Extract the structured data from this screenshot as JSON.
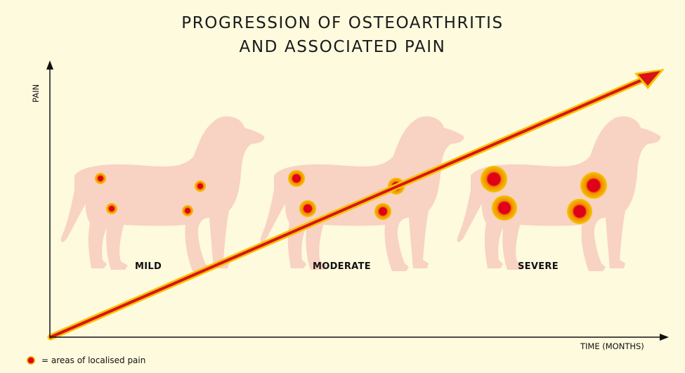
{
  "title": {
    "line1": "PROGRESSION OF OSTEOARTHRITIS",
    "line2": "AND ASSOCIATED PAIN"
  },
  "axes": {
    "y_label": "PAIN",
    "x_label": "TIME (MONTHS)"
  },
  "stages": [
    {
      "label": "MILD"
    },
    {
      "label": "MODERATE"
    },
    {
      "label": "SEVERE"
    }
  ],
  "legend": {
    "text": "= areas of localised pain"
  },
  "colors": {
    "background": "#fdfade",
    "dog_silhouette": "#f8d2c2",
    "pain_core": "#e0001a",
    "pain_halo": "#f6b400",
    "arrow_core": "#d9131b",
    "arrow_edge": "#f5c400",
    "axis": "#111111"
  }
}
